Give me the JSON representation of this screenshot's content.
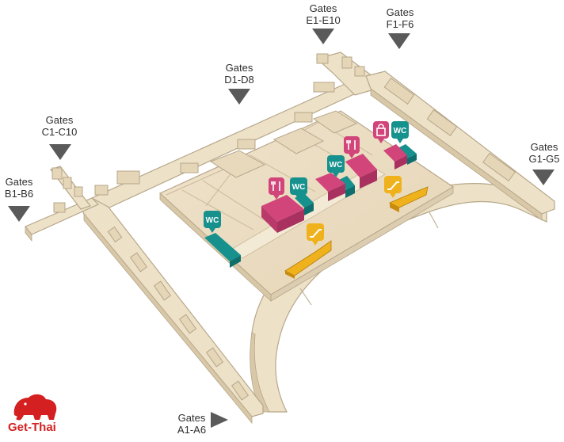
{
  "gates": {
    "a": {
      "line1": "Gates",
      "line2": "A1-A6"
    },
    "b": {
      "line1": "Gates",
      "line2": "B1-B6"
    },
    "c": {
      "line1": "Gates",
      "line2": "C1-C10"
    },
    "d": {
      "line1": "Gates",
      "line2": "D1-D8"
    },
    "e": {
      "line1": "Gates",
      "line2": "E1-E10"
    },
    "f": {
      "line1": "Gates",
      "line2": "F1-F6"
    },
    "g": {
      "line1": "Gates",
      "line2": "G1-G5"
    }
  },
  "facility_icons": {
    "wc": {
      "label": "WC",
      "color": "#16918d",
      "icon": "wc-icon"
    },
    "restaurant": {
      "color": "#d1457a",
      "icon": "fork-knife-icon"
    },
    "shop": {
      "color": "#d1457a",
      "icon": "shopping-bag-icon"
    },
    "escalator": {
      "color": "#f0b21c",
      "icon": "escalator-icon"
    }
  },
  "colors": {
    "concourse": "#ede2c8",
    "concourse_outline": "#b7a78a",
    "building_floor": "#ecdcc2",
    "text": "#2e2e2e",
    "brand_red": "#d42020"
  },
  "brand": {
    "name": "Get-Thai",
    "icon": "elephant-logo-icon"
  }
}
